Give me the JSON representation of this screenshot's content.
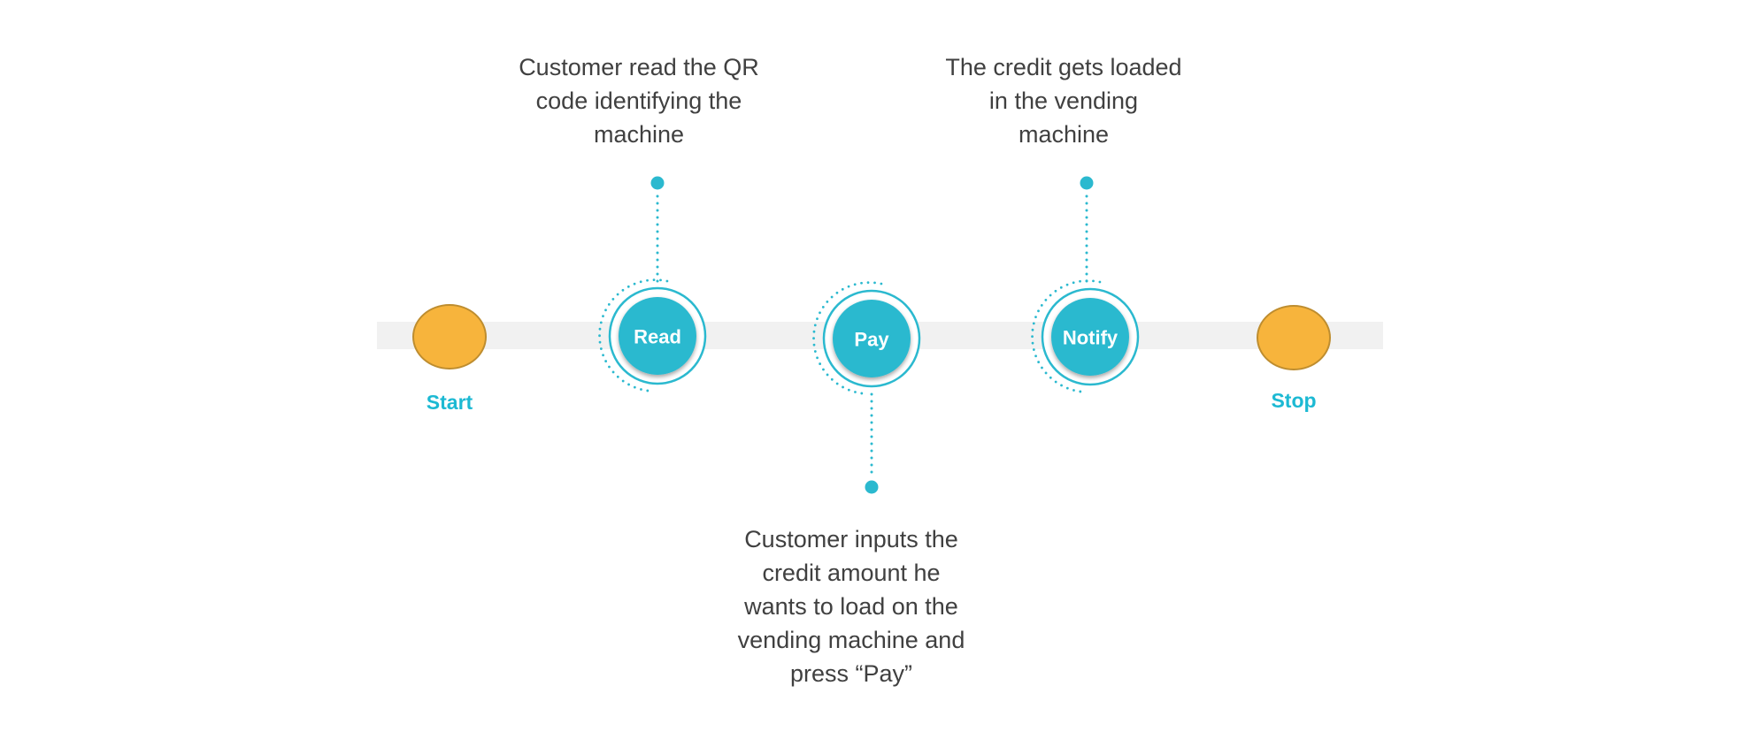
{
  "colors": {
    "teal": "#2BB9CF",
    "teal_label": "#1CB9D3",
    "yellow_fill": "#F7B43C",
    "yellow_border": "#BE8D2F",
    "track_gray": "#F1F1F1",
    "annotation_text": "#404040",
    "background": "#FFFFFF"
  },
  "timeline": {
    "start": {
      "label": "Start"
    },
    "stop": {
      "label": "Stop"
    },
    "steps": [
      {
        "label": "Read",
        "annotation": "Customer read the QR\ncode identifying the\nmachine",
        "annotation_position": "above"
      },
      {
        "label": "Pay",
        "annotation": "Customer inputs the\ncredit amount he\nwants to load on the\nvending machine and\npress “Pay”",
        "annotation_position": "below"
      },
      {
        "label": "Notify",
        "annotation": "The credit gets loaded\nin the vending\nmachine",
        "annotation_position": "above"
      }
    ]
  }
}
